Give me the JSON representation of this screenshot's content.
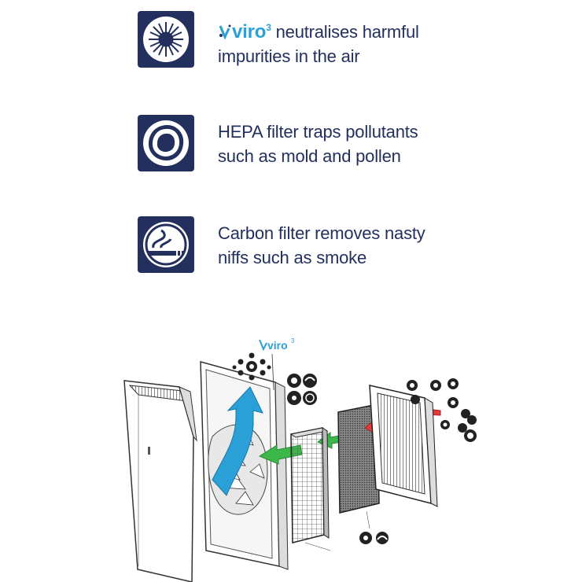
{
  "features": [
    {
      "brand": "viro",
      "brand_sup": "3",
      "text_line1": "neutralises harmful",
      "text_line2": "impurities in the air",
      "icon": "virus-icon"
    },
    {
      "text_line1": "HEPA filter traps pollutants",
      "text_line2": "such as mold and pollen",
      "icon": "filter-rings-icon"
    },
    {
      "text_line1": "Carbon filter removes nasty",
      "text_line2": "niffs such as smoke",
      "icon": "cigarette-smoke-icon"
    }
  ],
  "diagram": {
    "brand": "viro",
    "brand_sup": "3"
  },
  "colors": {
    "navy": "#23305e",
    "brand_blue": "#2ba0d6",
    "arrow_green": "#3cb84a",
    "arrow_red": "#e23b3b"
  }
}
